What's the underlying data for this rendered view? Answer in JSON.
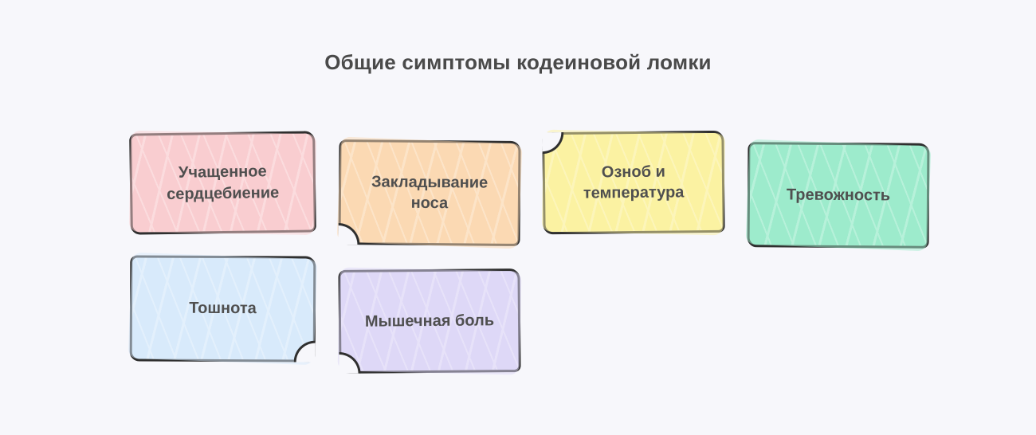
{
  "page": {
    "background": "#f7f7fb",
    "outline_color": "#2f2f2f",
    "title": "Общие симптомы кодеиновой ломки",
    "title_color": "#4a4a4a"
  },
  "cards": [
    {
      "id": "rapid-heartbeat",
      "label": "Учащенное сердцебиение",
      "fill": "#f9cdd0",
      "stripe": "#fdeaec",
      "fold": "none"
    },
    {
      "id": "nasal-congestion",
      "label": "Закладывание носа",
      "fill": "#fbd9b3",
      "stripe": "#fdeedd",
      "fold": "bottom-left"
    },
    {
      "id": "chills-fever",
      "label": "Озноб и температура",
      "fill": "#fbf2a2",
      "stripe": "#fdf9d3",
      "fold": "top-left"
    },
    {
      "id": "anxiety",
      "label": "Тревожность",
      "fill": "#9debcc",
      "stripe": "#d0f6e8",
      "fold": "none"
    },
    {
      "id": "nausea",
      "label": "Тошнота",
      "fill": "#d8eafb",
      "stripe": "#eff7fd",
      "fold": "bottom-right"
    },
    {
      "id": "muscle-pain",
      "label": "Мышечная боль",
      "fill": "#ded8f7",
      "stripe": "#f0edfb",
      "fold": "bottom-left"
    }
  ]
}
